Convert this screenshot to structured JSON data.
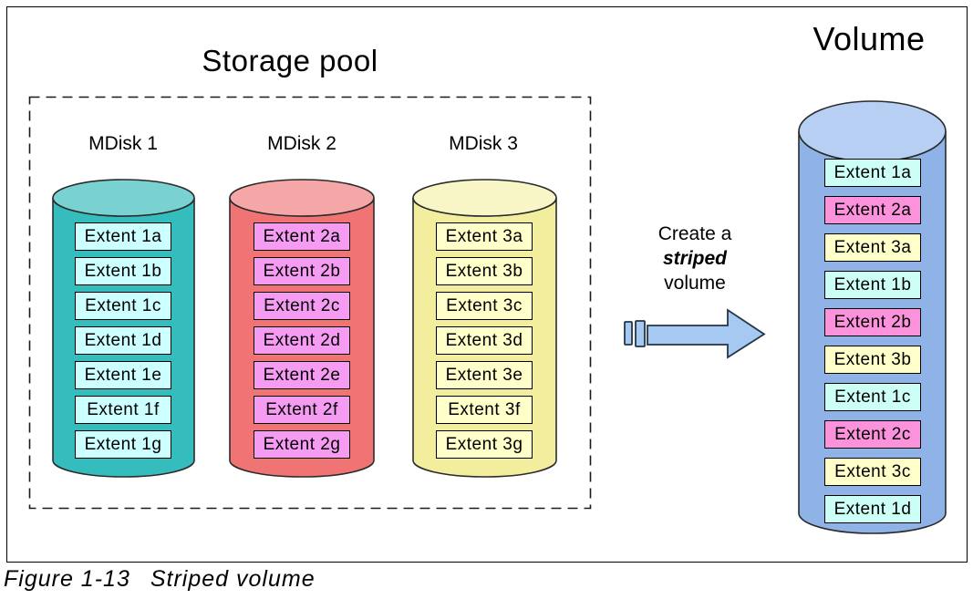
{
  "titles": {
    "storage_pool": "Storage pool",
    "volume": "Volume"
  },
  "mdisks": [
    {
      "name": "MDisk 1",
      "body_color": "#35BDBD",
      "top_color": "#79D1D1",
      "extent_color": "#CCFFFF",
      "extents": [
        "Extent 1a",
        "Extent 1b",
        "Extent 1c",
        "Extent 1d",
        "Extent 1e",
        "Extent 1f",
        "Extent 1g"
      ]
    },
    {
      "name": "MDisk 2",
      "body_color": "#F17474",
      "top_color": "#F5A7A7",
      "extent_color": "#F59CF2",
      "extents": [
        "Extent 2a",
        "Extent 2b",
        "Extent 2c",
        "Extent 2d",
        "Extent 2e",
        "Extent 2f",
        "Extent 2g"
      ]
    },
    {
      "name": "MDisk 3",
      "body_color": "#F2EE9D",
      "top_color": "#F8F5C6",
      "extent_color": "#FFFFC9",
      "extents": [
        "Extent 3a",
        "Extent 3b",
        "Extent 3c",
        "Extent 3d",
        "Extent 3e",
        "Extent 3f",
        "Extent 3g"
      ]
    }
  ],
  "volume": {
    "body_color": "#8FB3E6",
    "top_color": "#B7CFF2",
    "extents": [
      {
        "label": "Extent 1a",
        "color": "#CCFFF5"
      },
      {
        "label": "Extent 2a",
        "color": "#FB92DB"
      },
      {
        "label": "Extent 3a",
        "color": "#FFFFC9"
      },
      {
        "label": "Extent 1b",
        "color": "#CCFFF5"
      },
      {
        "label": "Extent 2b",
        "color": "#FB92DB"
      },
      {
        "label": "Extent 3b",
        "color": "#FFFFC9"
      },
      {
        "label": "Extent 1c",
        "color": "#CCFFF5"
      },
      {
        "label": "Extent 2c",
        "color": "#FB92DB"
      },
      {
        "label": "Extent 3c",
        "color": "#FFFFC9"
      },
      {
        "label": "Extent 1d",
        "color": "#CCFFF5"
      }
    ]
  },
  "arrow_label": {
    "line1": "Create a",
    "line2": "striped",
    "line3": "volume"
  },
  "arrow_color": "#A5C9F0",
  "caption": {
    "figure_label": "Figure 1-13",
    "figure_title": "Striped volume"
  }
}
